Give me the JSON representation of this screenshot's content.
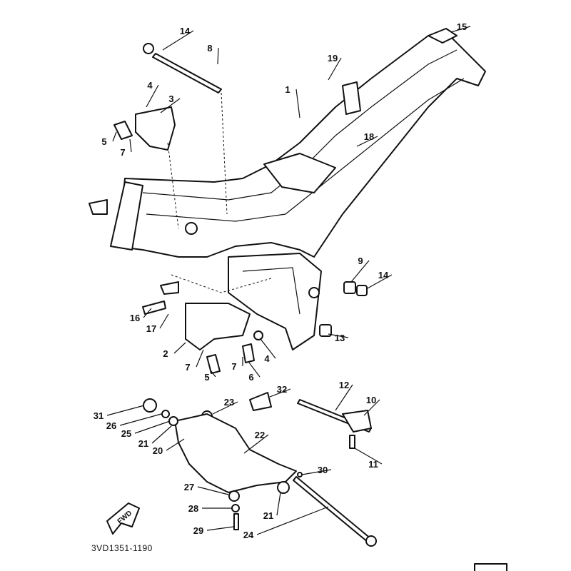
{
  "diagram": {
    "callouts": [
      "14",
      "8",
      "15",
      "19",
      "1",
      "4",
      "3",
      "5",
      "7",
      "18",
      "9",
      "14",
      "13",
      "16",
      "17",
      "2",
      "7",
      "5",
      "7",
      "6",
      "4",
      "12",
      "32",
      "10",
      "23",
      "31",
      "26",
      "25",
      "21",
      "22",
      "20",
      "11",
      "30",
      "27",
      "28",
      "21",
      "29",
      "24"
    ],
    "fwd_label": "FWD",
    "drawing_code": "3VD1351-1190"
  }
}
